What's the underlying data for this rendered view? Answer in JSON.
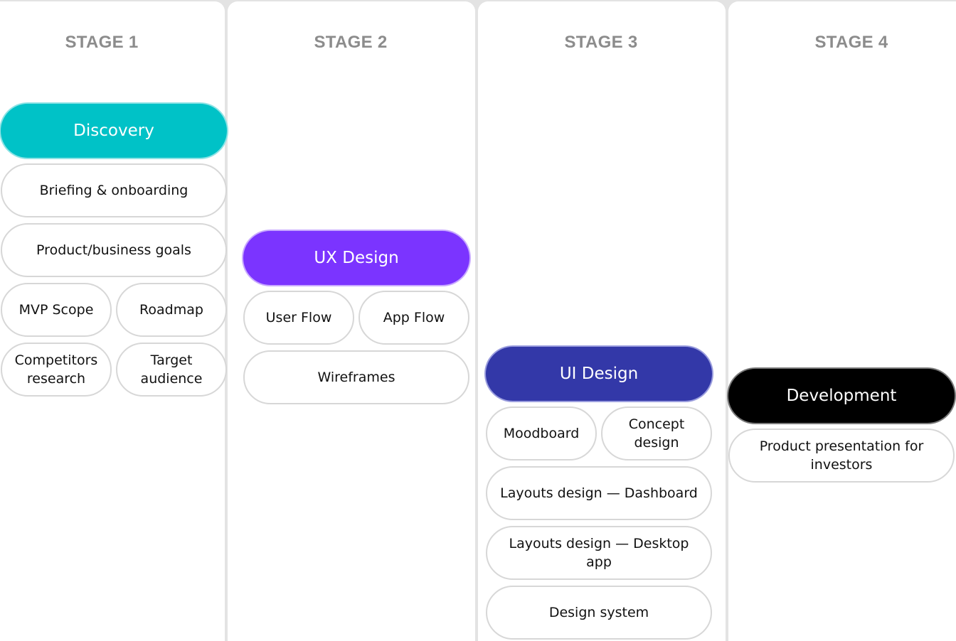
{
  "stages": [
    {
      "title": "STAGE 1",
      "phase": {
        "label": "Discovery",
        "color": "#00c2c7"
      },
      "tasks": [
        "Briefing & onboarding",
        "Product/business goals",
        "MVP Scope",
        "Roadmap",
        "Competitors research",
        "Target audience"
      ]
    },
    {
      "title": "STAGE 2",
      "phase": {
        "label": "UX Design",
        "color": "#7b34ff"
      },
      "tasks": [
        "User Flow",
        "App Flow",
        "Wireframes"
      ]
    },
    {
      "title": "STAGE 3",
      "phase": {
        "label": "UI Design",
        "color": "#3338a8"
      },
      "tasks": [
        "Moodboard",
        "Concept design",
        "Layouts design — Dashboard",
        "Layouts design — Desktop app",
        "Design system"
      ]
    },
    {
      "title": "STAGE 4",
      "phase": {
        "label": "Development",
        "color": "#000000"
      },
      "tasks": [
        "Product presentation for investors"
      ]
    }
  ]
}
